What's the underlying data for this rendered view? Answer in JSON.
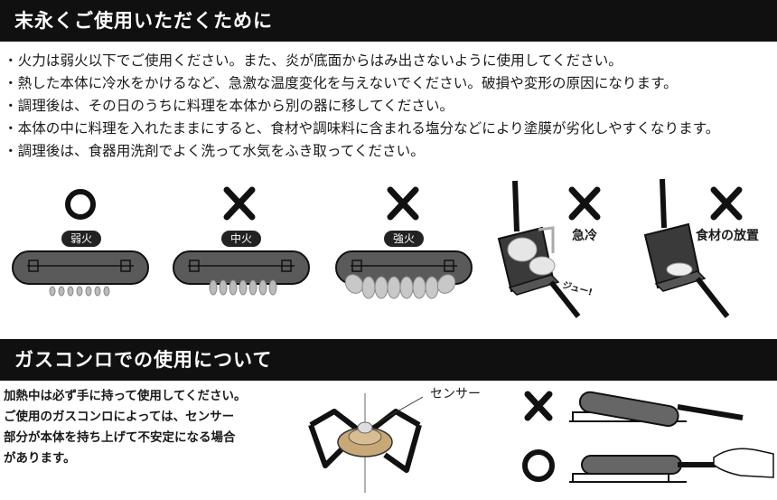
{
  "section1": {
    "title": "末永くご使用いただくために",
    "bullets": [
      "火力は弱火以下でご使用ください。また、炎が底面からはみ出さないように使用してください。",
      "熱した本体に冷水をかけるなど、急激な温度変化を与えないでください。破損や変形の原因になります。",
      "調理後は、その日のうちに料理を本体から別の器に移してください。",
      "本体の中に料理を入れたままにすると、食材や調味料に含まれる塩分などにより塗膜が劣化しやすくなります。",
      "調理後は、食器用洗剤でよく洗って水気をふき取ってください。"
    ],
    "heat_labels": [
      "弱火",
      "中火",
      "強火"
    ],
    "sound_effect": "ジュー!",
    "annotations": [
      "急冷",
      "食材の放置"
    ]
  },
  "section2": {
    "title": "ガスコンロでの使用について",
    "lines": [
      "加熱中は必ず手に持って使用してください。",
      "ご使用のガスコンロによっては、センサー",
      "部分が本体を持ち上げて不安定になる場合",
      "があります。"
    ],
    "sensor_label": "センサー"
  },
  "marks": {
    "ok": "○",
    "ng": "×"
  }
}
